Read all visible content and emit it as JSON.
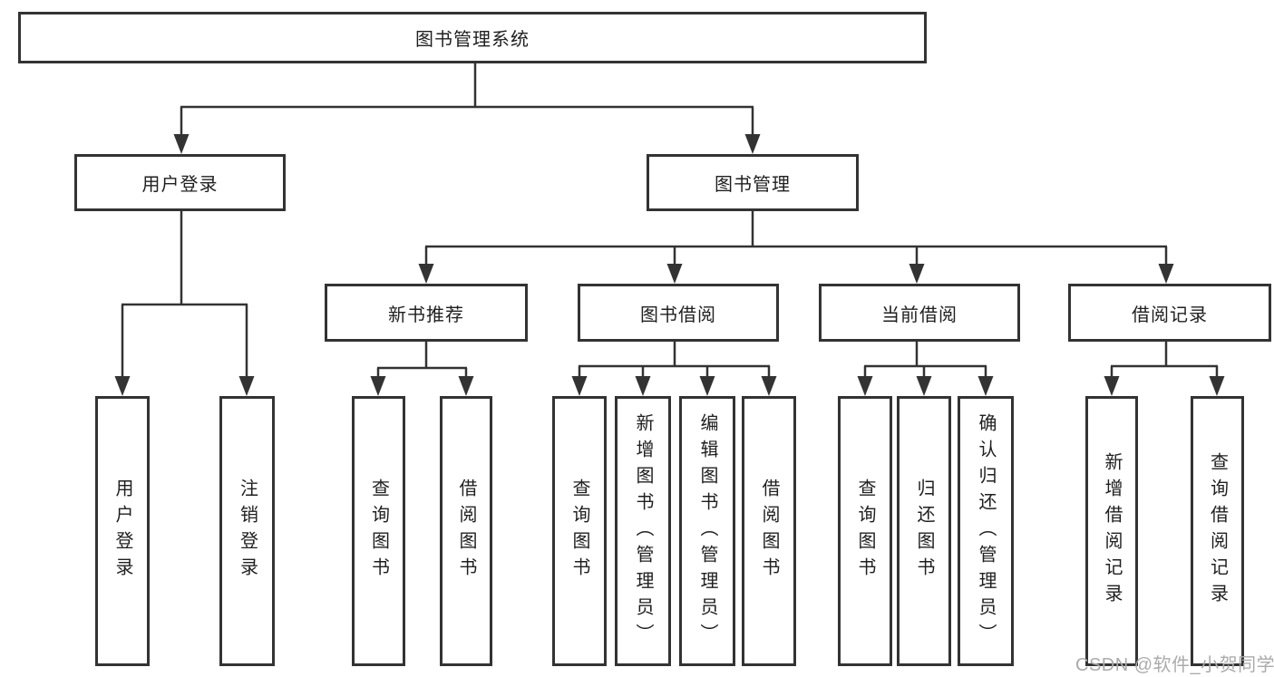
{
  "title": {
    "label": "图书管理系统"
  },
  "branches": [
    {
      "label": "用户登录",
      "children": [
        {
          "label": "用户登录"
        },
        {
          "label": "注销登录"
        }
      ]
    },
    {
      "label": "图书管理",
      "children": [
        {
          "label": "新书推荐",
          "children": [
            {
              "label": "查询图书"
            },
            {
              "label": "借阅图书"
            }
          ]
        },
        {
          "label": "图书借阅",
          "children": [
            {
              "label": "查询图书"
            },
            {
              "label": "新增图书（管理员）"
            },
            {
              "label": "编辑图书（管理员）"
            },
            {
              "label": "借阅图书"
            }
          ]
        },
        {
          "label": "当前借阅",
          "children": [
            {
              "label": "查询图书"
            },
            {
              "label": "归还图书"
            },
            {
              "label": "确认归还（管理员）"
            }
          ]
        },
        {
          "label": "借阅记录",
          "children": [
            {
              "label": "新增借阅记录"
            },
            {
              "label": "查询借阅记录"
            }
          ]
        }
      ]
    }
  ],
  "watermark": "CSDN @软件_小贺同学",
  "colors": {
    "line": "#333333",
    "text": "#1f1f1f",
    "watermark": "#ababab",
    "background": "#ffffff"
  }
}
